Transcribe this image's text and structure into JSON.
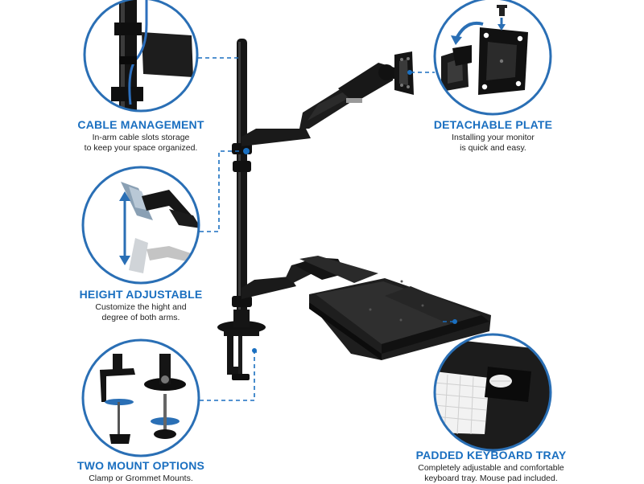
{
  "features": {
    "cable": {
      "title": "CABLE MANAGEMENT",
      "line1": "In-arm cable slots storage",
      "line2": "to keep your space organized."
    },
    "plate": {
      "title": "DETACHABLE PLATE",
      "line1": "Installing your monitor",
      "line2": "is quick and easy."
    },
    "height": {
      "title": "HEIGHT ADJUSTABLE",
      "line1": "Customize the hight and",
      "line2": "degree of both arms."
    },
    "mount": {
      "title": "TWO MOUNT OPTIONS",
      "line1": "Clamp or Grommet Mounts."
    },
    "tray": {
      "title": "PADDED KEYBOARD TRAY",
      "line1": "Completely adjustable and comfortable",
      "line2": "keyboard tray. Mouse pad included."
    }
  },
  "colors": {
    "accent": "#1a6fc0",
    "product": "#151515",
    "circle_border": "#2a6fb5",
    "leader": "#1a6fc0"
  },
  "icons": [
    "cable-clip-icon",
    "vesa-plate-icon",
    "height-arrow-icon",
    "clamp-icon",
    "grommet-icon",
    "keyboard-icon",
    "mouse-icon"
  ]
}
